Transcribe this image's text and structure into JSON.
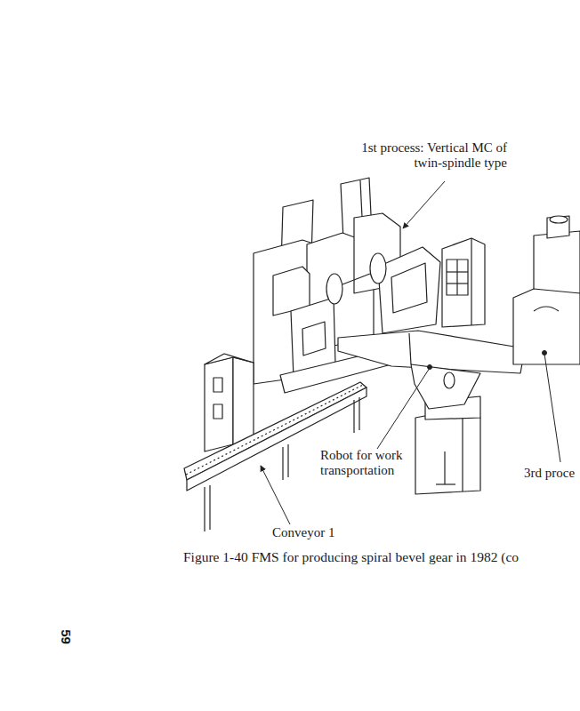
{
  "diagram": {
    "caption": "Figure 1-40 FMS for producing spiral bevel gear in 1982 (co",
    "labels": [
      "1st process: Vertical MC of twin-spindle type",
      "Robot for work transportation",
      "Conveyor 1",
      "3rd proce",
      "59"
    ]
  }
}
